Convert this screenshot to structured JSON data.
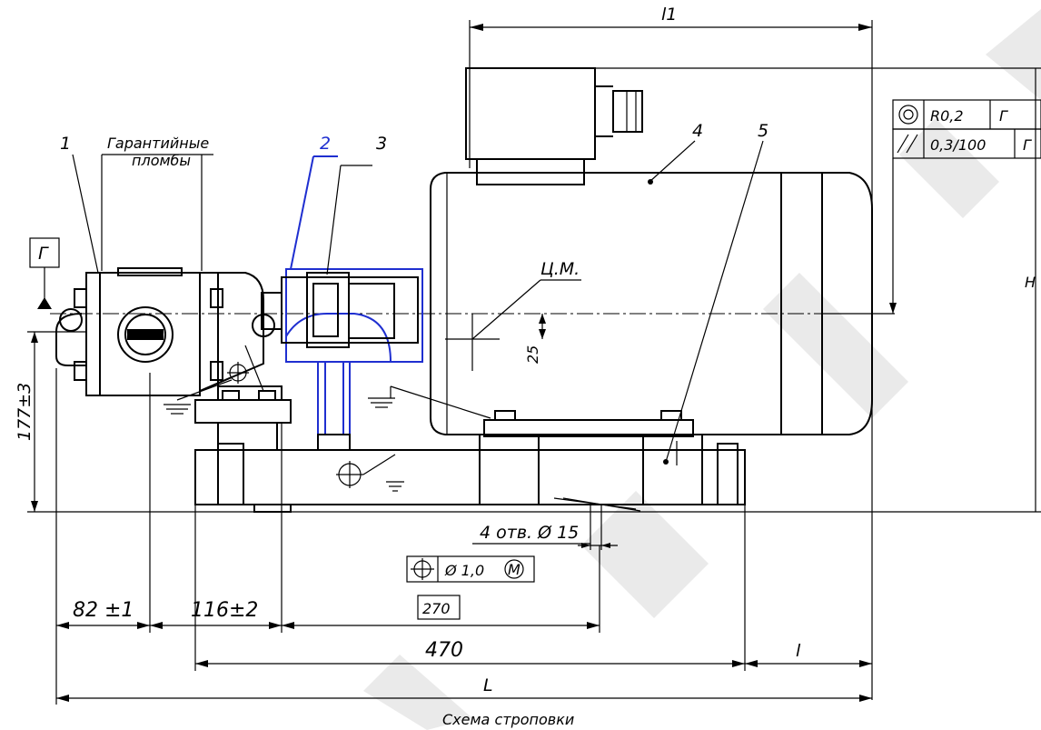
{
  "labels": {
    "l1": "l1",
    "pos1": "1",
    "pos2": "2",
    "pos3": "3",
    "pos4": "4",
    "pos5": "5",
    "warranty_line1": "Гарантийные",
    "warranty_line2": "пломбы",
    "datum": "Г",
    "cm": "Ц.М.",
    "h": "H",
    "dim_25": "25",
    "dim_177": "177±3",
    "holes": "4 отв. Ø 15",
    "pos_tol": "Ø 1,0",
    "pos_tol_m": "M",
    "dim_270": "270",
    "dim_82": "82 ±1",
    "dim_116": "116±2",
    "dim_470": "470",
    "dim_l_small": "l",
    "dim_L": "L",
    "caption": "Схема строповки"
  },
  "tolerance_frame": {
    "row1_value": "R0,2",
    "row1_datum": "Г",
    "row2_value": "0,3/100",
    "row2_datum": "Г"
  },
  "colors": {
    "line": "#000000",
    "coupling_guard": "#1f2fd0",
    "watermark": "#d8d8d8"
  }
}
